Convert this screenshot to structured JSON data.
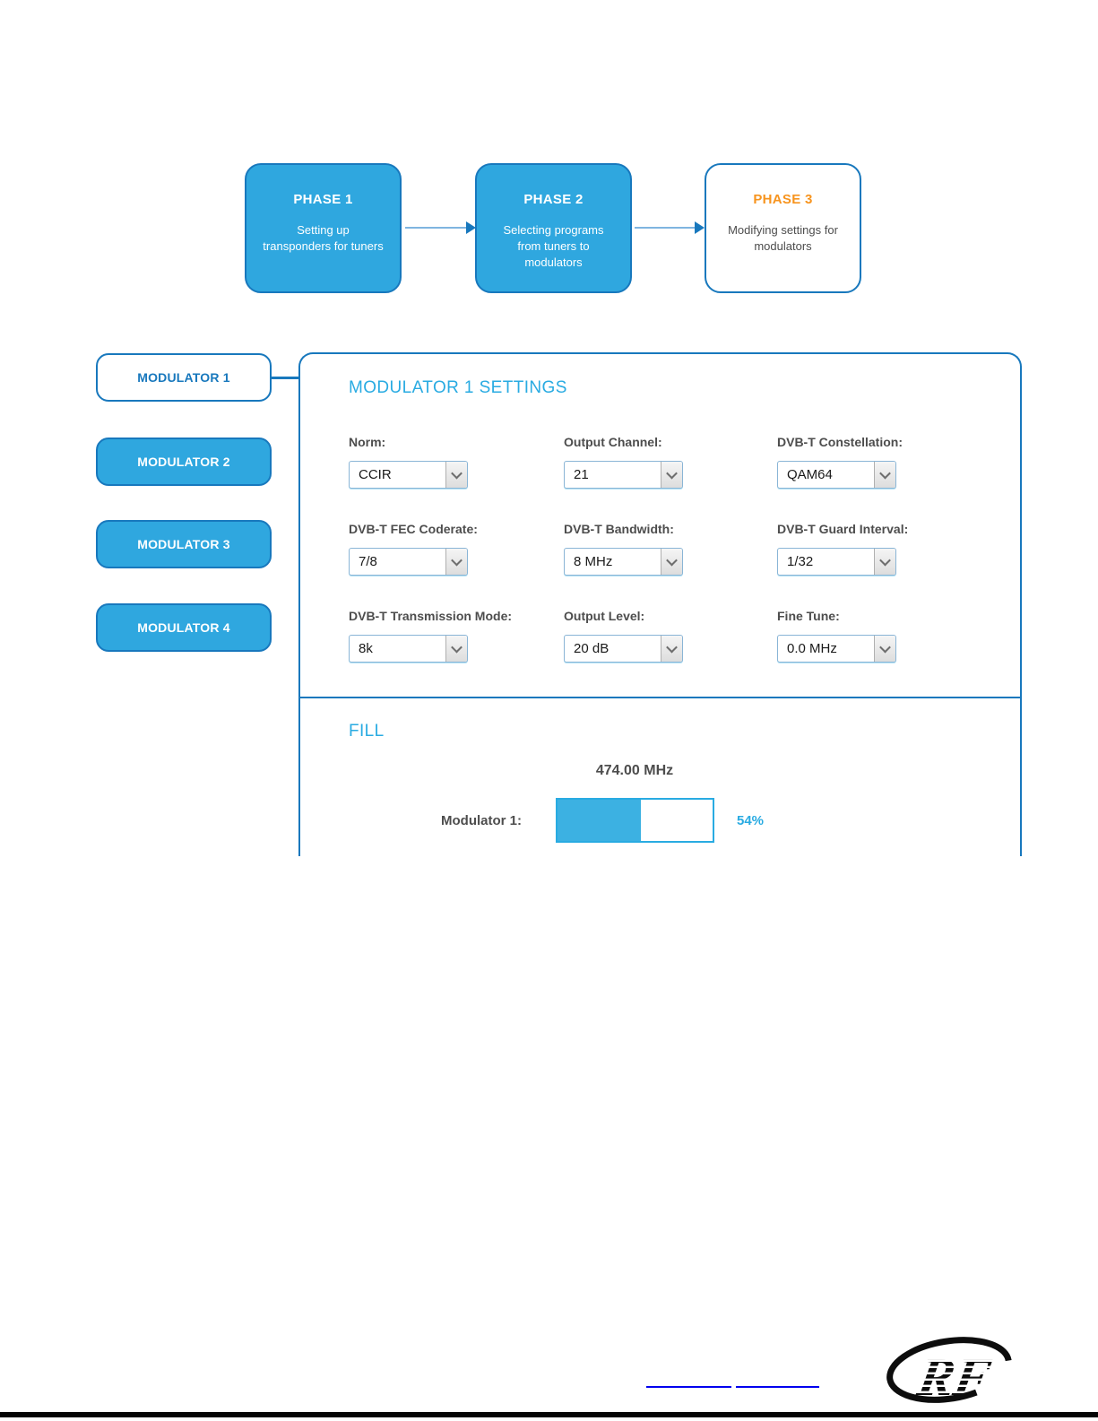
{
  "phase_flow": {
    "phases": [
      {
        "title": "PHASE 1",
        "description": "Setting up transponders for tuners"
      },
      {
        "title": "PHASE 2",
        "description": "Selecting programs from tuners to modulators"
      },
      {
        "title": "PHASE 3",
        "description": "Modifying settings for modulators"
      }
    ]
  },
  "sidebar": {
    "tabs": [
      {
        "label": "MODULATOR 1",
        "selected": true
      },
      {
        "label": "MODULATOR 2",
        "selected": false
      },
      {
        "label": "MODULATOR 3",
        "selected": false
      },
      {
        "label": "MODULATOR 4",
        "selected": false
      }
    ]
  },
  "settings_panel": {
    "title": "MODULATOR 1 SETTINGS",
    "fields": [
      {
        "label": "Norm:",
        "value": "CCIR"
      },
      {
        "label": "Output Channel:",
        "value": "21"
      },
      {
        "label": "DVB-T Constellation:",
        "value": "QAM64"
      },
      {
        "label": "DVB-T FEC Coderate:",
        "value": "7/8"
      },
      {
        "label": "DVB-T Bandwidth:",
        "value": "8 MHz"
      },
      {
        "label": "DVB-T Guard Interval:",
        "value": "1/32"
      },
      {
        "label": "DVB-T Transmission Mode:",
        "value": "8k"
      },
      {
        "label": "Output Level:",
        "value": "20 dB"
      },
      {
        "label": "Fine Tune:",
        "value": "0.0 MHz"
      }
    ]
  },
  "fill_panel": {
    "title": "FILL",
    "frequency_label": "474.00 MHz",
    "bars": [
      {
        "label": "Modulator 1:",
        "percent": 54,
        "percent_label": "54%"
      }
    ]
  },
  "footer": {
    "logo_name": "rf-logo"
  },
  "colors": {
    "accent_blue": "#2FA7DF",
    "border_blue": "#1878BD",
    "heading_blue": "#29ABE2",
    "bar_blue": "#3CB1E2",
    "phase3_orange": "#F7941E",
    "label_gray": "#4D4D4D",
    "link_blue": "#0000EE"
  }
}
